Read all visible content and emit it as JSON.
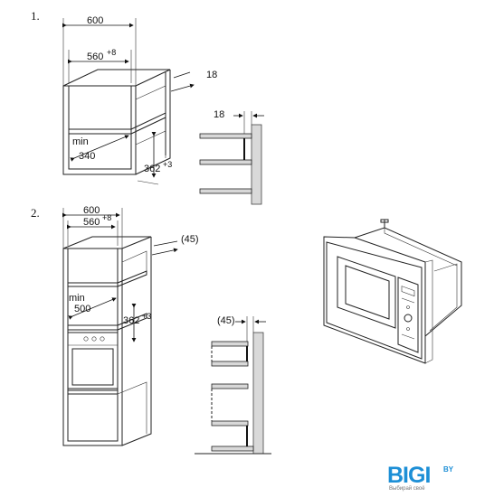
{
  "steps": {
    "one": "1.",
    "two": "2."
  },
  "diagram1": {
    "width_outer": "600",
    "width_inner": "560",
    "width_inner_tol": "+8",
    "panel": "18",
    "min_label": "min",
    "min_depth": "340",
    "height": "362",
    "height_tol": "+3",
    "side_panel": "18"
  },
  "diagram2": {
    "width_outer": "600",
    "width_inner": "560",
    "width_inner_tol": "+8",
    "gap": "(45)",
    "min_label": "min",
    "min_depth": "500",
    "height": "362",
    "height_tol": "+3",
    "side_gap": "(45)"
  },
  "brand": {
    "logo_text": "BIGI",
    "suffix": "BY",
    "tagline": "Выбирай своё"
  }
}
